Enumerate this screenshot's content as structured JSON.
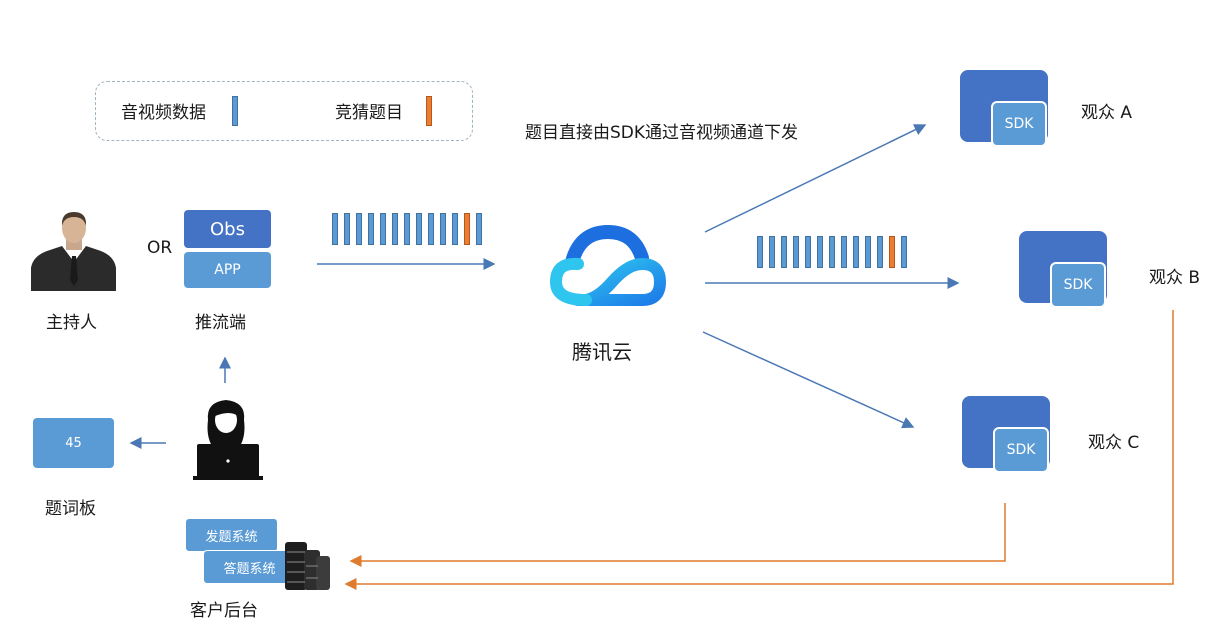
{
  "legend": {
    "av_data_label": "音视频数据",
    "quiz_label": "竞猜题目"
  },
  "note": "题目直接由SDK通过音视频通道下发",
  "host_label": "主持人",
  "or_label": "OR",
  "push": {
    "obs_label": "Obs",
    "app_label": "APP",
    "label": "推流端"
  },
  "cloud_label": "腾讯云",
  "viewers": [
    {
      "label": "观众 A",
      "sdk": "SDK"
    },
    {
      "label": "观众 B",
      "sdk": "SDK"
    },
    {
      "label": "观众 C",
      "sdk": "SDK"
    }
  ],
  "board": {
    "value": "45",
    "label": "题词板"
  },
  "backend": {
    "issue_system": "发题系统",
    "answer_system": "答题系统",
    "label": "客户后台"
  },
  "colors": {
    "flow_blue": "#4a78b5",
    "reply_orange": "#e07b2e",
    "box_dark": "#4472c4",
    "box_light": "#5b9bd5"
  }
}
